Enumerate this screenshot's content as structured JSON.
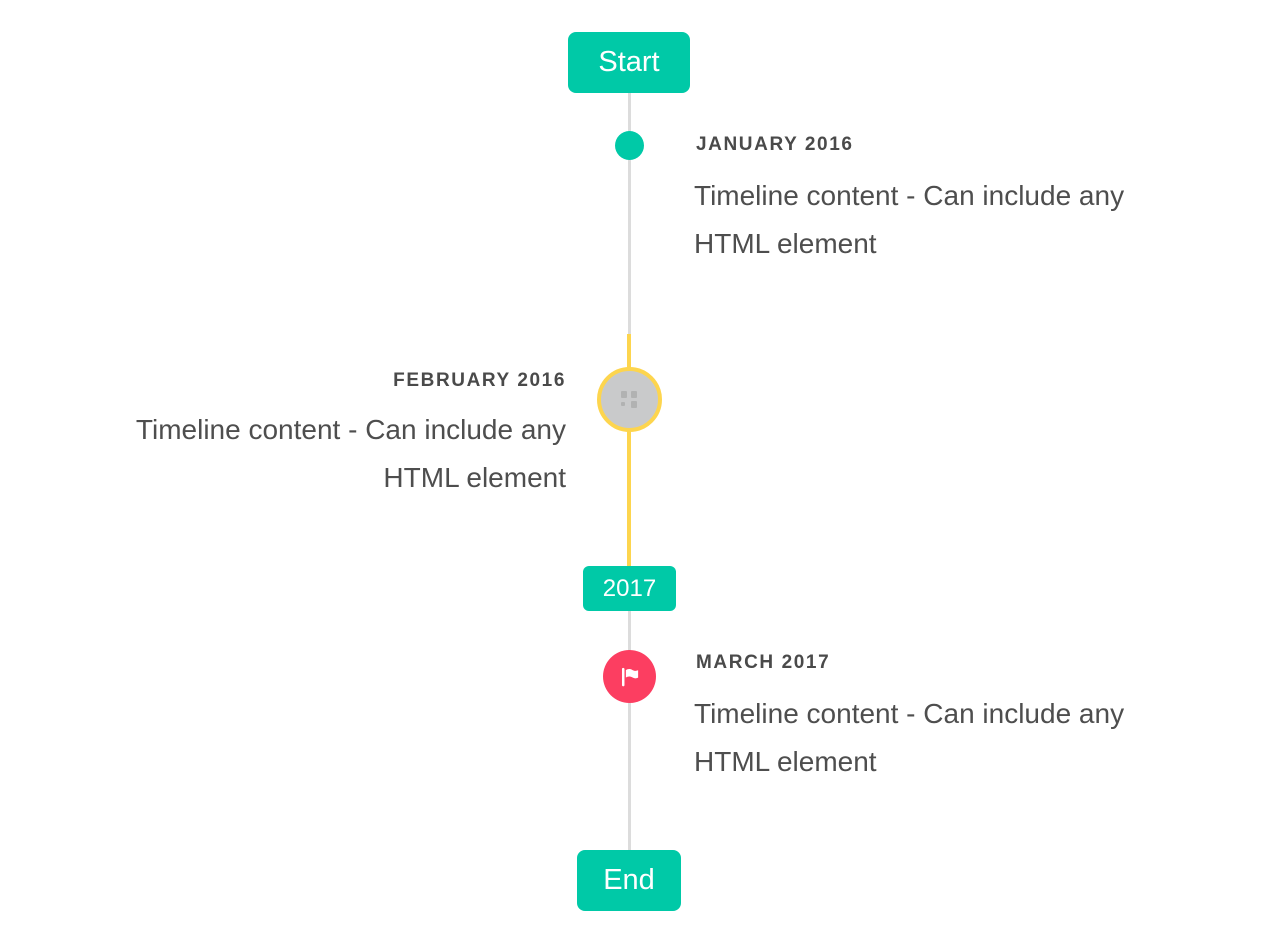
{
  "colors": {
    "accent_teal": "#00c9a7",
    "highlight_yellow": "#fdd54e",
    "marker_red": "#fc3e61",
    "line_gray": "#dcdcdc",
    "circle_gray": "#c9cacb",
    "title_text": "#4a4a4a",
    "body_text": "#4e4e4e",
    "background": "#ffffff"
  },
  "timeline": {
    "start_label": "Start",
    "end_label": "End",
    "period_label": "2017",
    "items": [
      {
        "title": "JANUARY 2016",
        "side": "right",
        "marker": "teal-dot",
        "content_lines": [
          "Timeline content - Can include any",
          "HTML element"
        ]
      },
      {
        "title": "FEBRUARY 2016",
        "side": "left",
        "marker": "gray-image-circle-yellow-ring",
        "content_lines": [
          "Timeline content - Can include any",
          "HTML element"
        ]
      },
      {
        "title": "MARCH 2017",
        "side": "right",
        "marker": "red-flag-circle",
        "content_lines": [
          "Timeline content - Can include any",
          "HTML element"
        ]
      }
    ]
  }
}
